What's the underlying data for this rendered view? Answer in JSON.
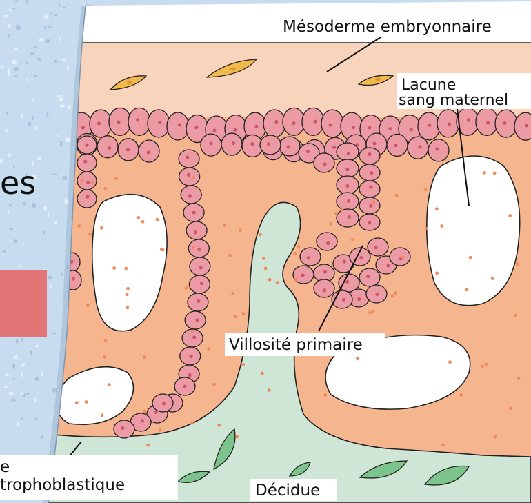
{
  "slide": {
    "partial_word": "es",
    "accent_color": "#e27676"
  },
  "labels": {
    "mesoderm": "Mésoderme embryonnaire",
    "lacuna_line1": "Lacune",
    "lacuna_line2": "sang maternel",
    "villosity": "Villosité primaire",
    "shell_line1": "e",
    "shell_line2": "trophoblastique",
    "decidua": "Décidue"
  },
  "colors": {
    "background": "#c7dcef",
    "mesoderm": "#f8d4bc",
    "syncytio": "#f4b58f",
    "cells": "#ec9aa3",
    "decidua": "#cfe6d6",
    "fibroblast": "#f2b94c",
    "decidual_cell": "#7cc48c",
    "lacuna": "#ffffff"
  }
}
